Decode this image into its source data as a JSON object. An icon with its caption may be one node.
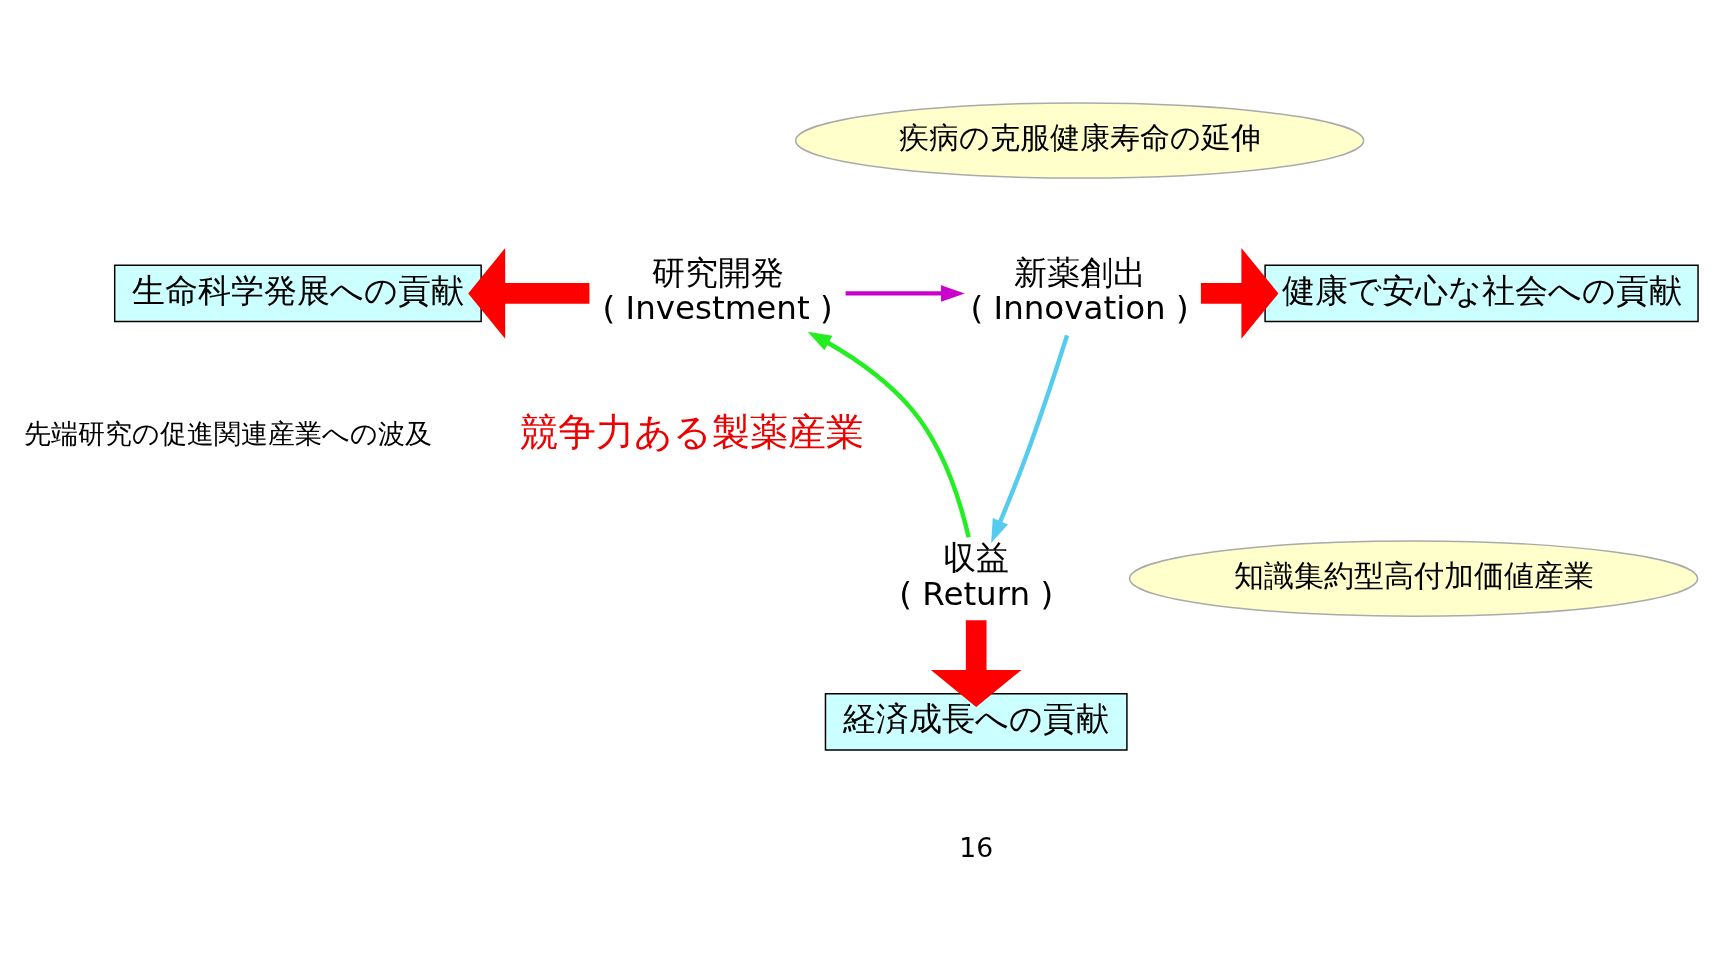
{
  "diagram": {
    "nodes": [
      {
        "text": [
          "研究開発",
          "( Investment )"
        ]
      },
      {
        "text": [
          "新薬創出",
          "( Innovation )"
        ]
      },
      {
        "text": [
          "収益",
          "( Return )"
        ]
      },
      {
        "text": [
          "生命科学発展への貢献"
        ]
      },
      {
        "text": [
          "健康で安心な社会への貢献"
        ]
      },
      {
        "text": [
          "経済成長への貢献"
        ]
      },
      {
        "text": [
          "疾病の克服健康寿命の延伸"
        ]
      },
      {
        "text": [
          "知識集約型高付加価値産業"
        ]
      }
    ],
    "edges": [
      {
        "from": 0,
        "to": 1,
        "arrow": "to",
        "color": "#cc00cc"
      },
      {
        "from": 1,
        "to": 2,
        "arrow": "to",
        "color": "#55ccee"
      },
      {
        "from": 2,
        "to": 0,
        "arrow": "to",
        "color": "#22ee22"
      },
      {
        "from": 0,
        "to": 3,
        "arrow": "to",
        "style": "thick",
        "color": "#ff0000"
      },
      {
        "from": 1,
        "to": 4,
        "arrow": "to",
        "style": "thick",
        "color": "#ff0000"
      },
      {
        "from": 2,
        "to": 5,
        "arrow": "to",
        "style": "thick",
        "color": "#ff0000"
      }
    ],
    "labels": [
      "競争力ある製薬産業",
      "先端研究の促進関連産業への波及",
      "16"
    ]
  }
}
